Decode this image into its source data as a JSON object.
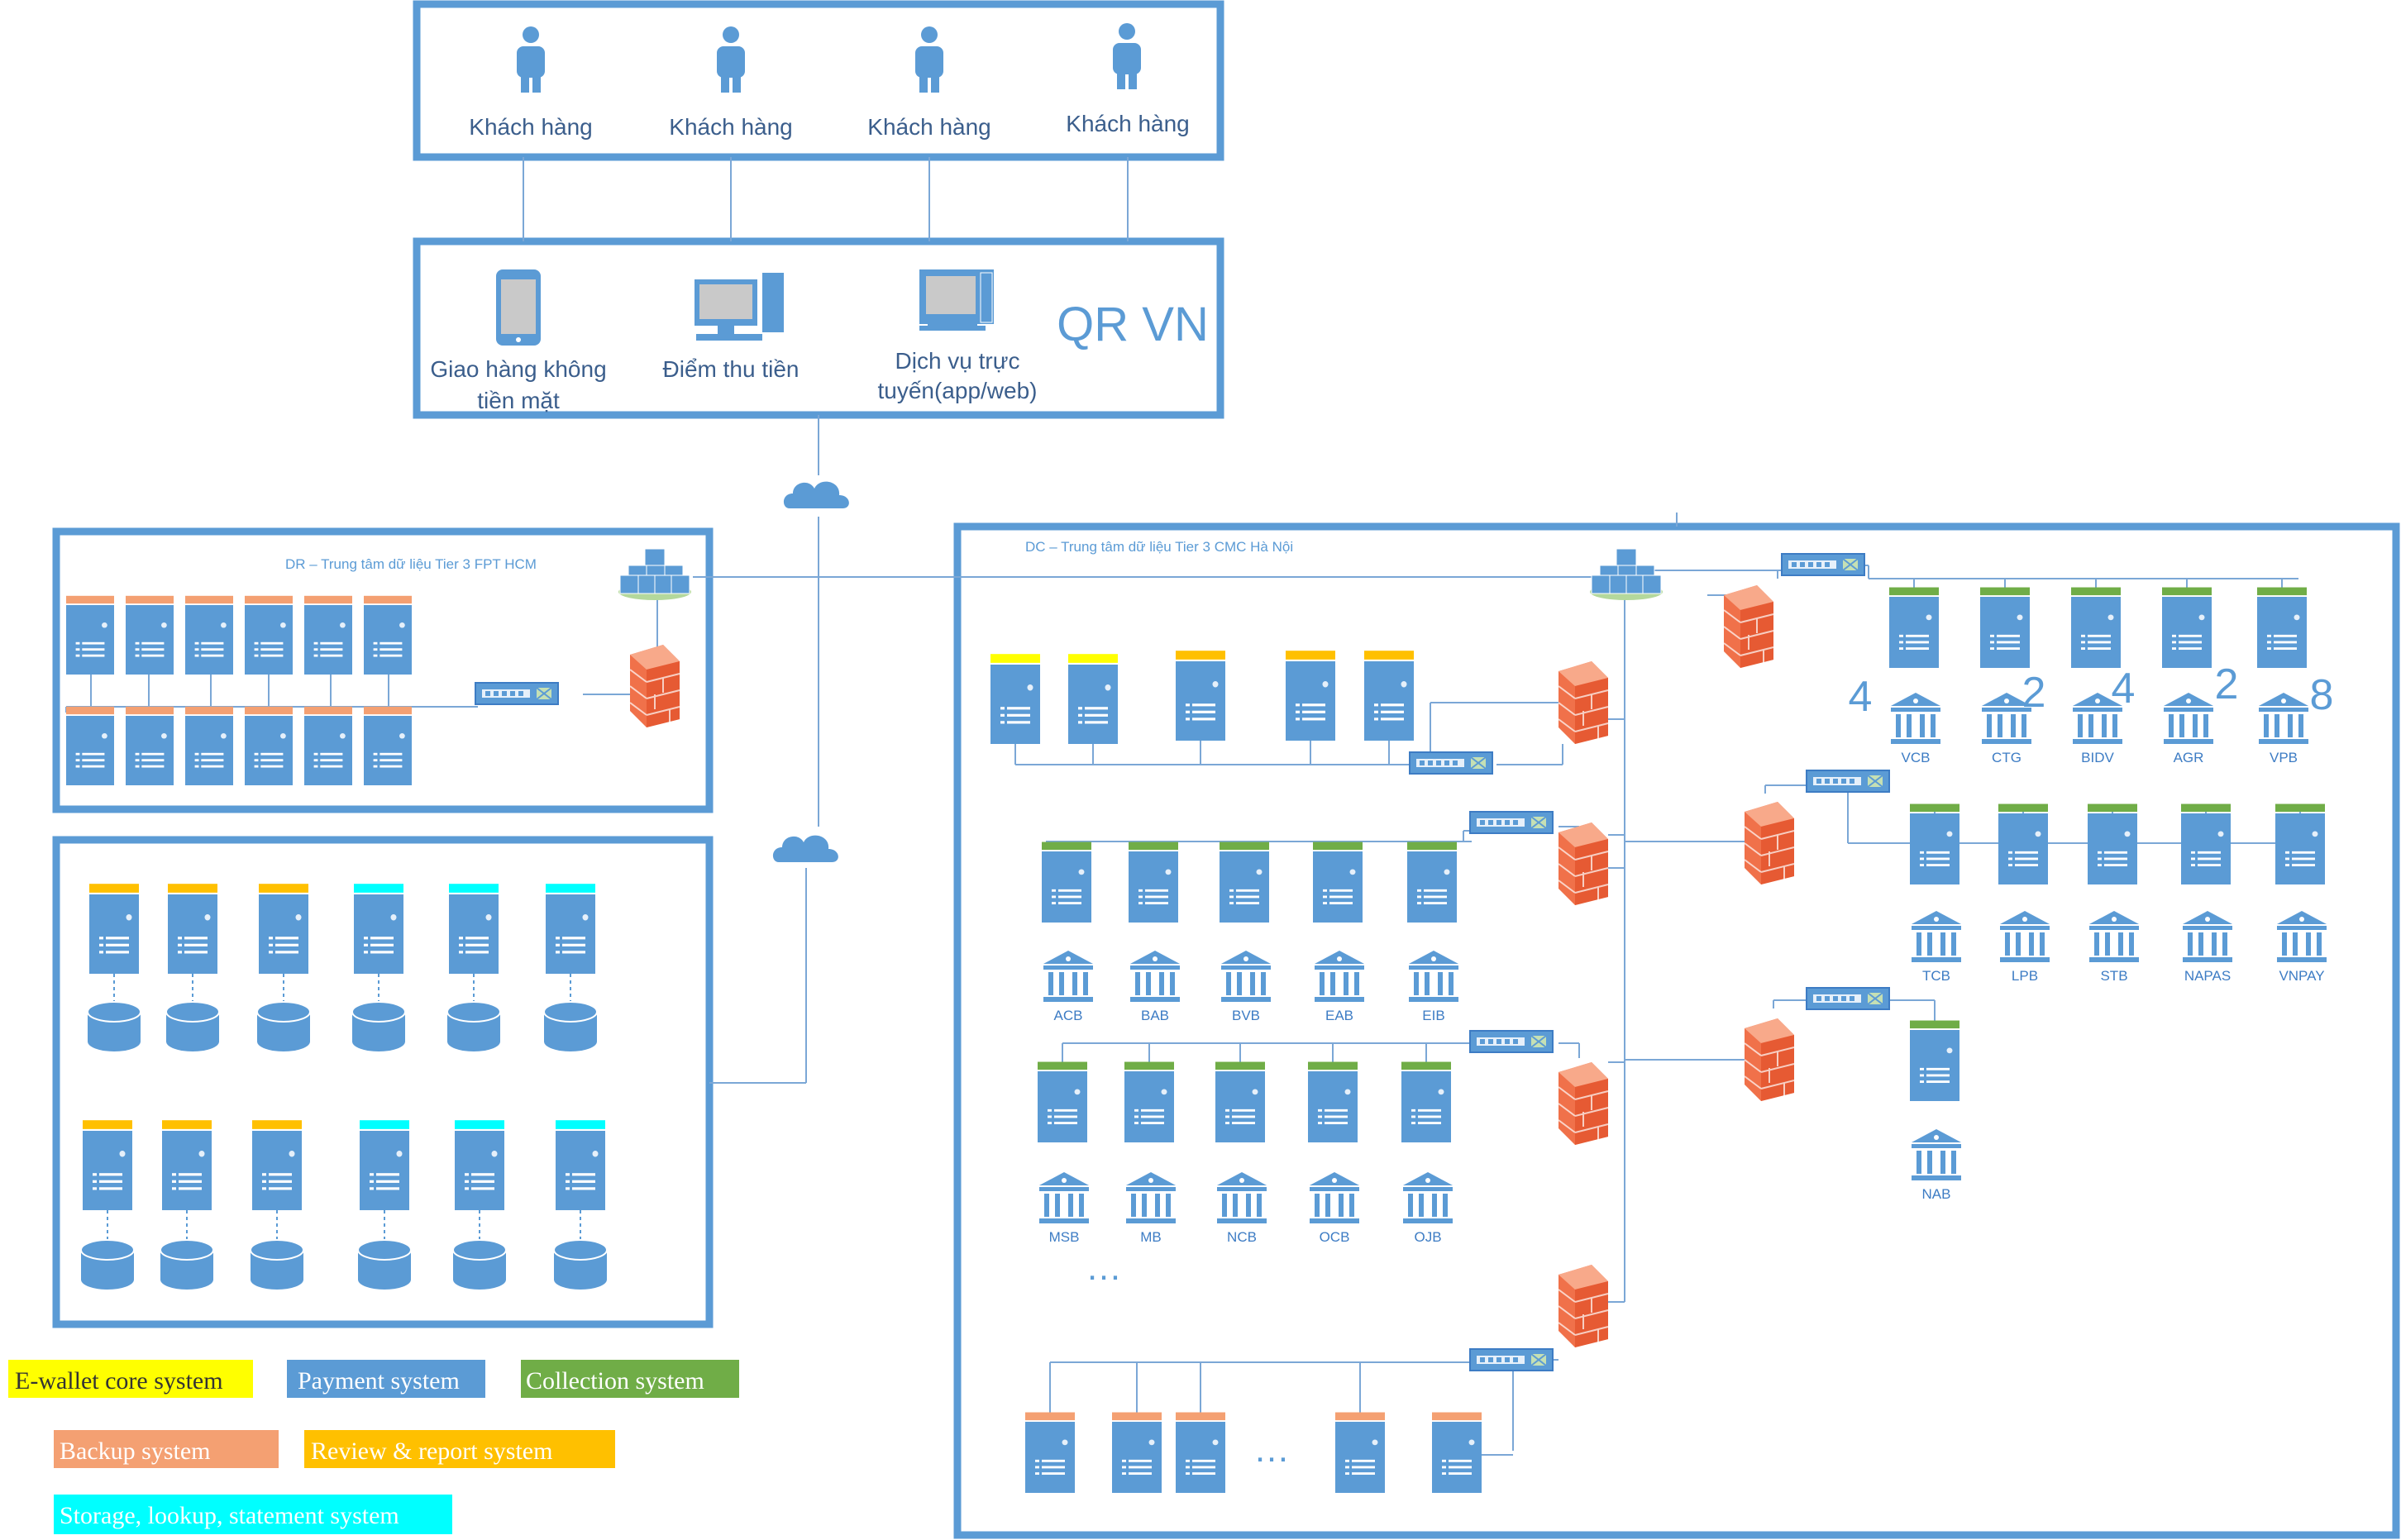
{
  "colors": {
    "frame": "#5b9bd5",
    "server": "#5b9bd5",
    "line": "#7ba7d6",
    "ewallet": "#ffff00",
    "payment": "#5b9bd5",
    "collection": "#70ad47",
    "backup": "#f4a072",
    "review": "#ffc000",
    "storage": "#00ffff",
    "firewall": "#f0714a"
  },
  "customers": {
    "items": [
      "Khách hàng",
      "Khách hàng",
      "Khách hàng",
      "Khách hàng"
    ]
  },
  "channels": {
    "title": "QR VN",
    "items": [
      {
        "icon": "smartphone-icon",
        "line1": "Giao hàng không",
        "line2": "tiền mặt"
      },
      {
        "icon": "desktop-computer-icon",
        "line1": "Điểm thu tiền",
        "line2": ""
      },
      {
        "icon": "laptop-icon",
        "line1": "Dịch vụ trực",
        "line2": "tuyến(app/web)"
      }
    ]
  },
  "dr": {
    "title": "DR – Trung tâm dữ liệu Tier 3 FPT HCM"
  },
  "dc": {
    "title": "DC – Trung tâm dữ liệu Tier 3 CMC Hà Nội"
  },
  "bank_groups": {
    "group1": {
      "labels": [
        "VCB",
        "CTG",
        "BIDV",
        "AGR",
        "VPB"
      ],
      "counts": [
        "4",
        "2",
        "4",
        "2",
        "8"
      ]
    },
    "group2": {
      "labels": [
        "TCB",
        "LPB",
        "STB",
        "NAPAS",
        "VNPAY"
      ]
    },
    "group3": {
      "labels": [
        "NAB"
      ]
    },
    "group4": {
      "labels": [
        "ACB",
        "BAB",
        "BVB",
        "EAB",
        "EIB"
      ]
    },
    "group5": {
      "labels": [
        "MSB",
        "MB",
        "NCB",
        "OCB",
        "OJB"
      ]
    }
  },
  "ellipses": {
    "banks": "…",
    "backup": "…"
  },
  "legend": {
    "ewallet": "E-wallet core system",
    "payment": "Payment system",
    "collection": "Collection system",
    "backup": "Backup system",
    "review": "Review & report system",
    "storage": "Storage, lookup, statement system"
  }
}
